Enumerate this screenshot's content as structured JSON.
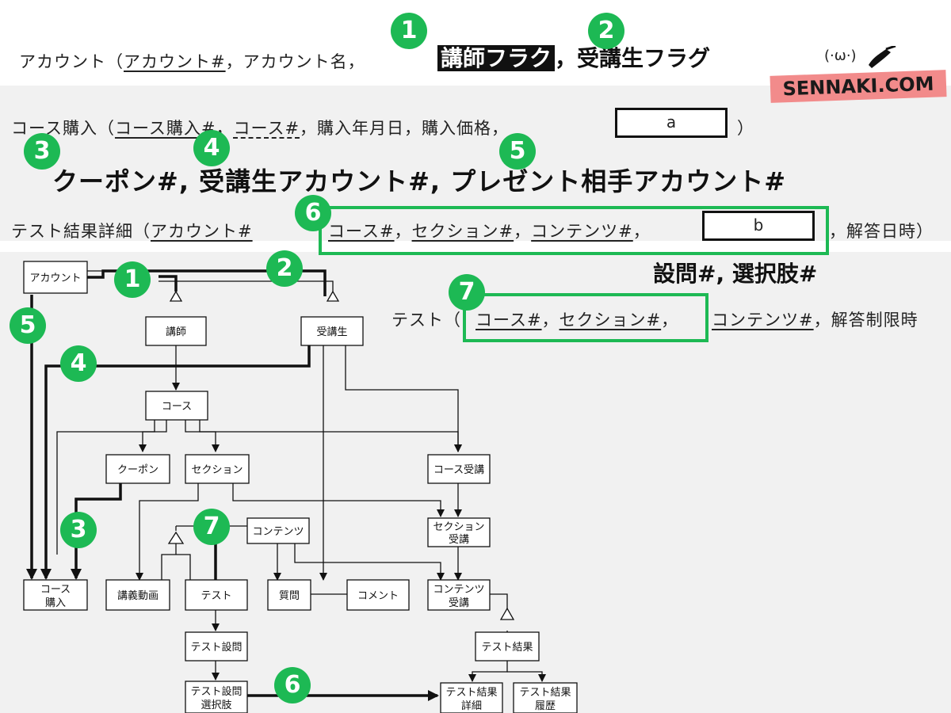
{
  "colors": {
    "accent": "#1db954",
    "logo_bg": "#f28b8b",
    "band_bg": "#f1f1f1"
  },
  "row_account": {
    "prefix": "アカウント（",
    "k1": "アカウント#",
    "sep1": "，アカウント名，",
    "f1": "講師フラク",
    "sep2": "，受講生フラグ"
  },
  "row_course_purchase": {
    "prefix": "コース購入（",
    "k1": "コース購入#",
    "sep1": "，",
    "k2": "コース#",
    "rest": "，購入年月日，購入価格，",
    "box": "a",
    "suffix": "）"
  },
  "line_fk1": "クーポン#, 受講生アカウント#, プレゼント相手アカウント#",
  "row_test_detail": {
    "prefix": "テスト結果詳細（",
    "k1": "アカウント#",
    "k2": "コース#",
    "k3": "セクション#",
    "k4": "コンテンツ#",
    "box": "b",
    "rest": "，解答日時）"
  },
  "line_fk2": "設問#, 選択肢#",
  "row_test": {
    "prefix": "テスト（",
    "k1": "コース#",
    "k2": "セクション#",
    "k3": "コンテンツ#",
    "rest": "，解答制限時"
  },
  "logo": "SENNAKI.COM",
  "face": "(·ω·)",
  "badges": [
    "1",
    "2",
    "3",
    "4",
    "5",
    "6",
    "7"
  ],
  "nodes": {
    "account": "アカウント",
    "instructor": "講師",
    "student": "受講生",
    "course": "コース",
    "coupon": "クーポン",
    "section": "セクション",
    "course_enroll": "コース受講",
    "contents": "コンテンツ",
    "section_enroll_1": "セクション",
    "section_enroll_2": "受講",
    "course_purchase_1": "コース",
    "course_purchase_2": "購入",
    "lecture_video": "講義動画",
    "test": "テスト",
    "question": "質問",
    "comment": "コメント",
    "contents_enroll_1": "コンテンツ",
    "contents_enroll_2": "受講",
    "test_question": "テスト設問",
    "test_result": "テスト結果",
    "test_choice_1": "テスト設問",
    "test_choice_2": "選択肢",
    "test_result_detail_1": "テスト結果",
    "test_result_detail_2": "詳細",
    "test_result_history_1": "テスト結果",
    "test_result_history_2": "履歴"
  }
}
